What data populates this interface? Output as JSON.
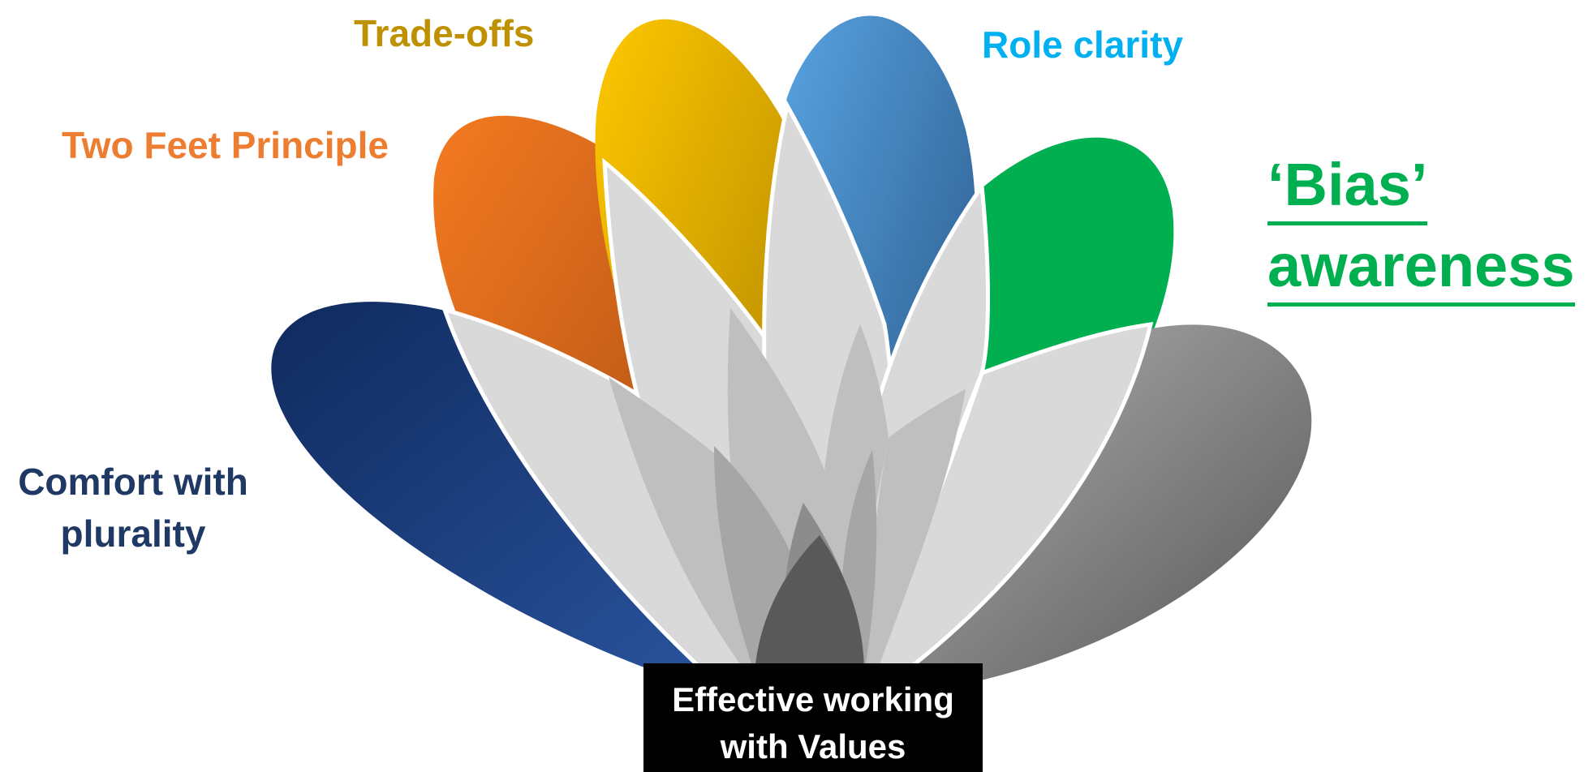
{
  "diagram": {
    "center": {
      "line1": "Effective working",
      "line2": "with Values"
    },
    "petals": [
      {
        "id": "comfort",
        "line1": "Comfort with",
        "line2": "plurality",
        "color": "#1f3d7a",
        "color_light": "#264d90",
        "color_dark": "#0f2a5e"
      },
      {
        "id": "twofeet",
        "label": "Two Feet Principle",
        "color": "#ed7d31",
        "color_light": "#f47a20",
        "color_dark": "#a84a10"
      },
      {
        "id": "tradeoffs",
        "label": "Trade-offs",
        "color": "#bf9000",
        "color_light": "#ffc000",
        "color_dark": "#a77800"
      },
      {
        "id": "role",
        "label": "Role clarity",
        "color": "#00b0f0",
        "color_light": "#5aa6e6",
        "color_dark": "#2a5e92"
      },
      {
        "id": "bias",
        "line1": "‘Bias’",
        "line2": "awareness",
        "color": "#00b050",
        "color_light": "#00b050",
        "color_dark": "#00b050"
      },
      {
        "id": "grey",
        "color": "#808080",
        "color_light": "#a6a6a6",
        "color_dark": "#5a5a5a"
      }
    ],
    "overlap_colors": [
      "#d9d9d9",
      "#bfbfbf",
      "#a6a6a6",
      "#8c8c8c",
      "#595959"
    ]
  }
}
